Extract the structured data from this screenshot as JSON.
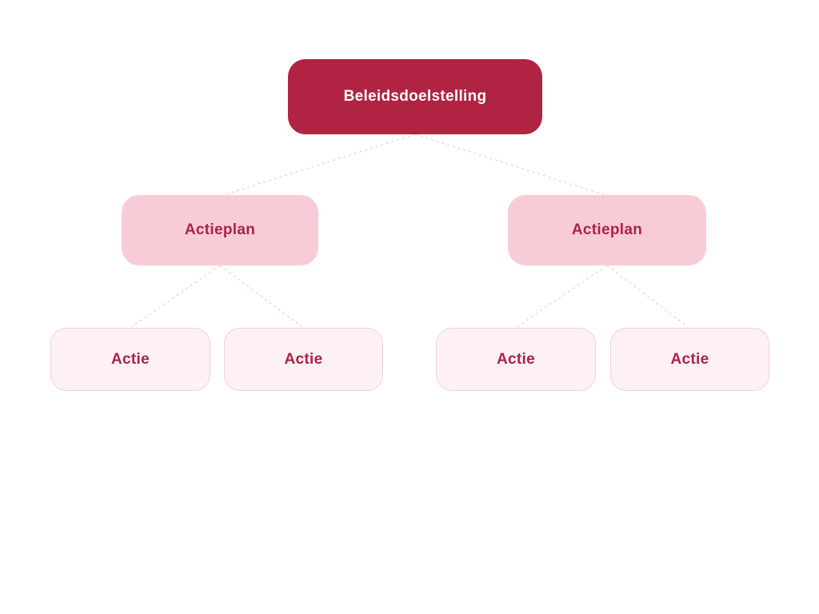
{
  "diagram": {
    "root": {
      "label": "Beleidsdoelstelling"
    },
    "actieplannen": [
      {
        "label": "Actieplan"
      },
      {
        "label": "Actieplan"
      }
    ],
    "acties": [
      {
        "label": "Actie"
      },
      {
        "label": "Actie"
      },
      {
        "label": "Actie"
      },
      {
        "label": "Actie"
      }
    ]
  },
  "colors": {
    "root-bg": "#b02342",
    "root-text": "#ffffff",
    "plan-bg": "#f8ccd6",
    "plan-text": "#aa2347",
    "actie-bg": "#fdf1f3",
    "actie-border": "#f3d2d9",
    "actie-text": "#aa2347",
    "connector": "#e7d0d5",
    "page-bg": "#ffffff"
  }
}
